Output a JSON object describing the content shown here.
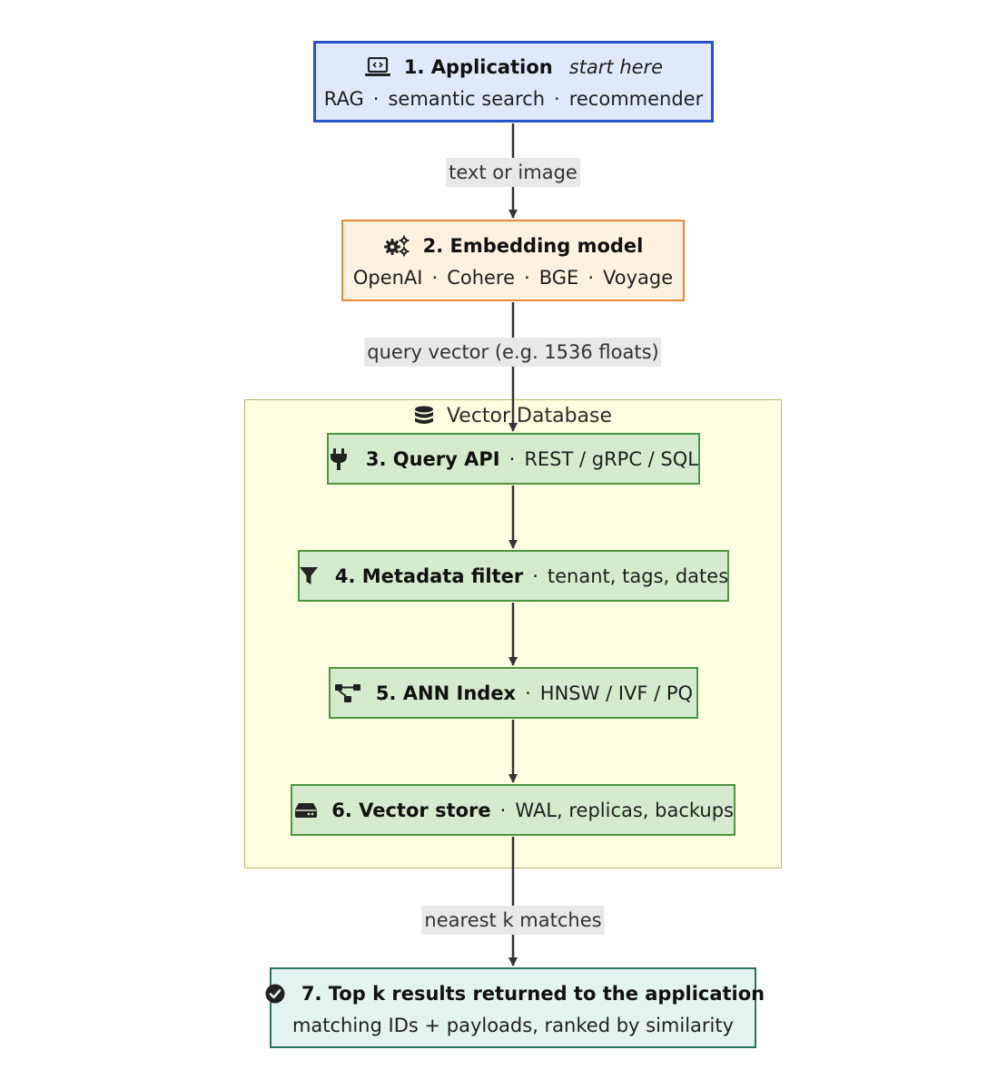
{
  "diagram": {
    "nodes": [
      {
        "id": "app",
        "icon": "laptop-code-icon",
        "title": "1. Application",
        "note": "start here",
        "subtitle": [
          "RAG",
          "semantic search",
          "recommender"
        ],
        "color": "#2a52c8"
      },
      {
        "id": "embed",
        "icon": "gears-icon",
        "title": "2. Embedding model",
        "subtitle": [
          "OpenAI",
          "Cohere",
          "BGE",
          "Voyage"
        ],
        "color": "#e88934"
      },
      {
        "id": "query-api",
        "icon": "plug-icon",
        "title": "3. Query API",
        "detail": "REST / gRPC / SQL",
        "color": "#4c9542"
      },
      {
        "id": "filter",
        "icon": "filter-icon",
        "title": "4. Metadata filter",
        "detail": "tenant, tags, dates",
        "color": "#4c9542"
      },
      {
        "id": "ann",
        "icon": "diagram-project-icon",
        "title": "5. ANN Index",
        "detail": "HNSW / IVF / PQ",
        "color": "#4c9542"
      },
      {
        "id": "store",
        "icon": "hard-drive-icon",
        "title": "6. Vector store",
        "detail": "WAL, replicas, backups",
        "color": "#4c9542"
      },
      {
        "id": "results",
        "icon": "circle-check-icon",
        "title": "7. Top k results returned to the application",
        "subtitle_text": "matching IDs + payloads, ranked by similarity",
        "color": "#2b7161"
      }
    ],
    "separator": "·",
    "cluster": {
      "icon": "database-icon",
      "label": "Vector Database",
      "color": "#b7b866"
    },
    "edges": [
      {
        "from": "app",
        "to": "embed",
        "label": "text or image"
      },
      {
        "from": "embed",
        "to": "query-api",
        "label": "query vector (e.g. 1536 floats)"
      },
      {
        "from": "query-api",
        "to": "filter",
        "label": ""
      },
      {
        "from": "filter",
        "to": "ann",
        "label": ""
      },
      {
        "from": "ann",
        "to": "store",
        "label": ""
      },
      {
        "from": "store",
        "to": "results",
        "label": "nearest k matches"
      }
    ]
  }
}
